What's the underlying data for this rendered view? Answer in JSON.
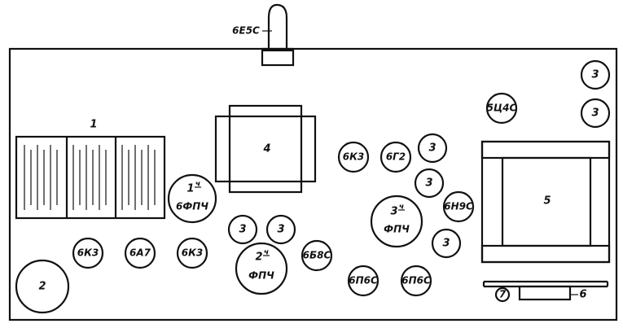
{
  "top_tube_label": "6Е5С",
  "components": {
    "c1": "1",
    "c2": "2",
    "c4": "4",
    "c5": "5",
    "c6": "6",
    "c7": "7"
  },
  "tubes": {
    "t_6k3_a": "6К3",
    "t_6g2": "6Г2",
    "t_6n9s": "6Н9С",
    "t_6k3_b": "6К3",
    "t_6a7": "6А7",
    "t_6k3_c": "6К3",
    "t_6b8s": "6Б8С",
    "t_6p6s_a": "6П6С",
    "t_6p6s_b": "6П6С",
    "t_5ts4s": "5Ц4С",
    "s3_a": "3",
    "s3_b": "3",
    "s3_c": "3",
    "s3_d": "3",
    "s3_e": "3",
    "s3_f": "3",
    "s3_g": "3"
  },
  "ifts": {
    "f1_num": "1",
    "f1_sup": "ч",
    "f1_text": "6ФПЧ",
    "f2_num": "2",
    "f2_sup": "ч",
    "f2_text": "ФПЧ",
    "f3_num": "3",
    "f3_sup": "ч",
    "f3_text": "ФПЧ"
  }
}
